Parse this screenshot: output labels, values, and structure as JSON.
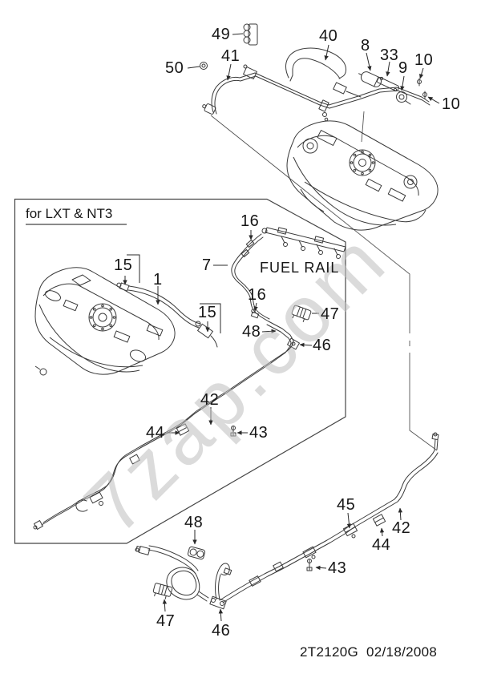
{
  "texts": {
    "inset_label": "for LXT & NT3",
    "fuel_rail": "FUEL RAIL",
    "footer": "2T2120G  02/18/2008",
    "watermark": "7zap.com"
  },
  "callouts": {
    "k49": "49",
    "k50": "50",
    "k41": "41",
    "k40": "40",
    "k8": "8",
    "k33": "33",
    "k9": "9",
    "k10a": "10",
    "k10b": "10",
    "k16a": "16",
    "k7": "7",
    "k16b": "16",
    "k15a": "15",
    "k1": "1",
    "k15b": "15",
    "k47a": "47",
    "k48a": "48",
    "k46a": "46",
    "k42a": "42",
    "k44a": "44",
    "k43a": "43",
    "k45": "45",
    "k42b": "42",
    "k44b": "44",
    "k43b": "43",
    "k48b": "48",
    "k47b": "47",
    "k46b": "46"
  },
  "colors": {
    "line": "#3a3a3a",
    "text": "#161616",
    "watermark": "#bfbfbf",
    "background": "#ffffff"
  }
}
